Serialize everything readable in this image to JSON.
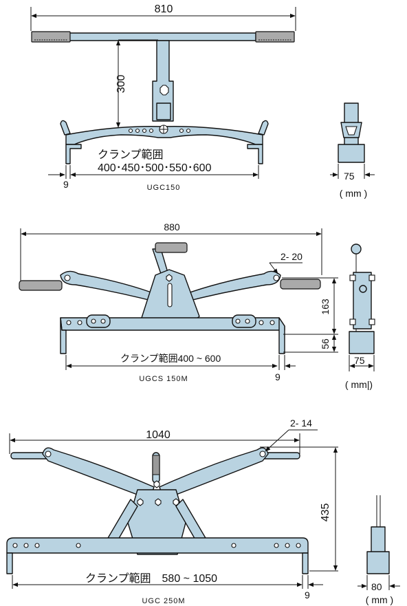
{
  "top": {
    "width": "810",
    "height": "300",
    "range_label": "クランプ範囲",
    "range_values": "400･450･500･550･600",
    "left_gap": "9",
    "model": "UGC150",
    "side_width": "75",
    "unit": "( mm )"
  },
  "middle": {
    "width": "880",
    "holes": "2-  20",
    "height_upper": "163",
    "height_lower": "56",
    "range": "クランプ範囲400 ~ 600",
    "right_gap": "9",
    "model": "UGCS 150M",
    "side_width": "75",
    "unit": "( mm|)"
  },
  "bottom": {
    "width": "1040",
    "holes": "2-  14",
    "height": "435",
    "range": "クランプ範囲　580 ~ 1050",
    "right_gap": "9",
    "model": "UGC 250M",
    "side_width": "80",
    "unit": "( mm )"
  }
}
